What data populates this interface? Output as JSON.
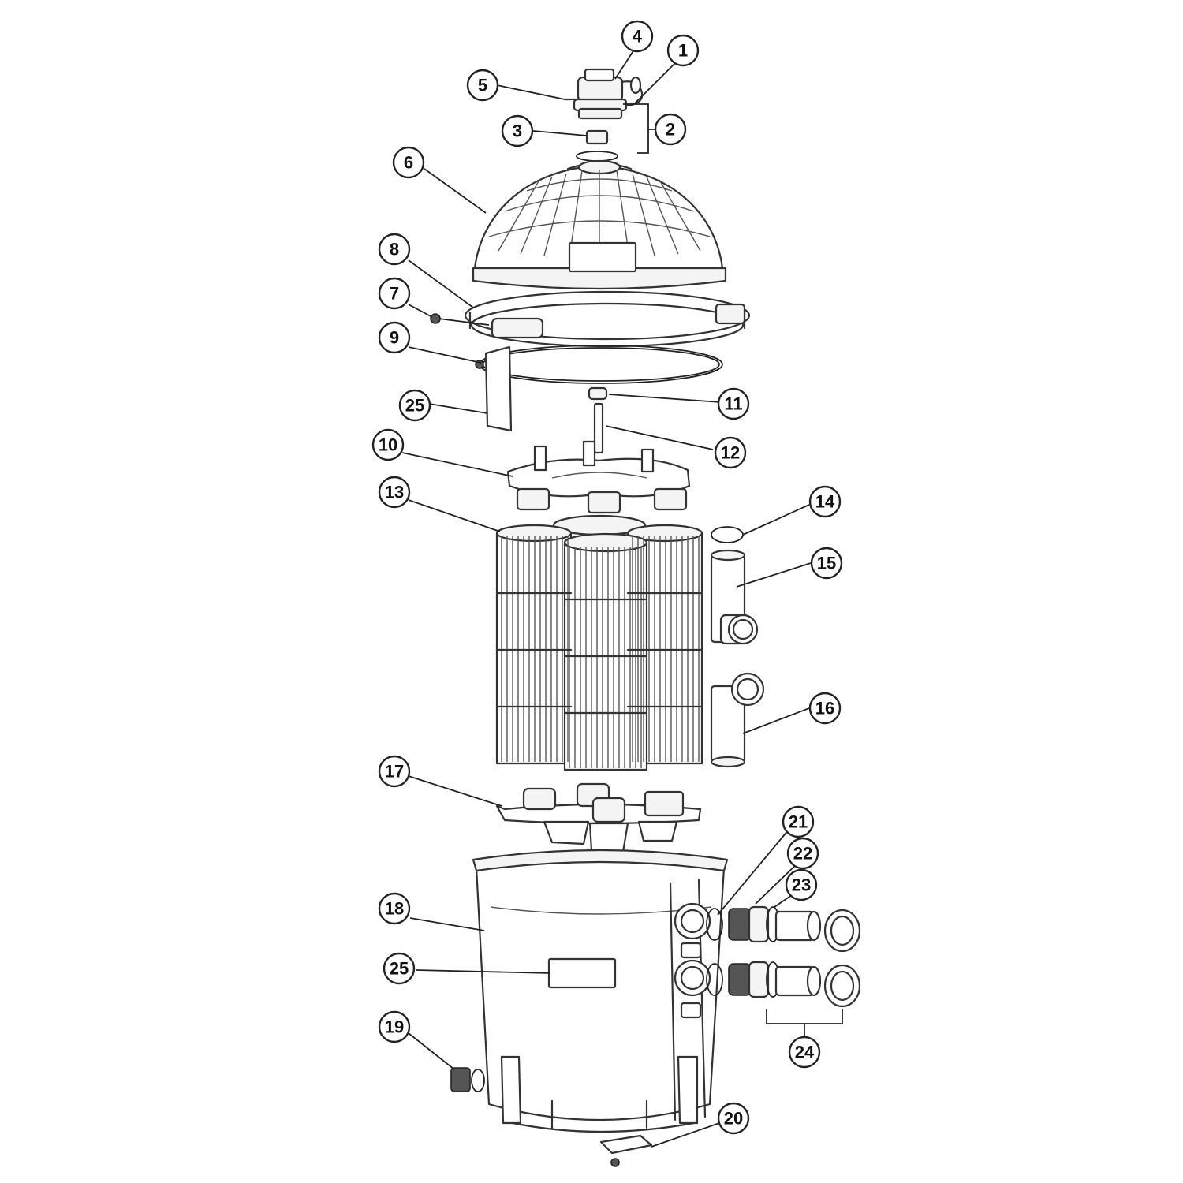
{
  "callouts": [
    {
      "id": "c1",
      "label": "1"
    },
    {
      "id": "c2",
      "label": "2"
    },
    {
      "id": "c3",
      "label": "3"
    },
    {
      "id": "c4",
      "label": "4"
    },
    {
      "id": "c5",
      "label": "5"
    },
    {
      "id": "c6",
      "label": "6"
    },
    {
      "id": "c7",
      "label": "7"
    },
    {
      "id": "c8",
      "label": "8"
    },
    {
      "id": "c9",
      "label": "9"
    },
    {
      "id": "c10",
      "label": "10"
    },
    {
      "id": "c11",
      "label": "11"
    },
    {
      "id": "c12",
      "label": "12"
    },
    {
      "id": "c13",
      "label": "13"
    },
    {
      "id": "c14",
      "label": "14"
    },
    {
      "id": "c15",
      "label": "15"
    },
    {
      "id": "c16",
      "label": "16"
    },
    {
      "id": "c17",
      "label": "17"
    },
    {
      "id": "c18",
      "label": "18"
    },
    {
      "id": "c19",
      "label": "19"
    },
    {
      "id": "c20",
      "label": "20"
    },
    {
      "id": "c21",
      "label": "21"
    },
    {
      "id": "c22",
      "label": "22"
    },
    {
      "id": "c23",
      "label": "23"
    },
    {
      "id": "c24",
      "label": "24"
    },
    {
      "id": "c25a",
      "label": "25"
    },
    {
      "id": "c25b",
      "label": "25"
    }
  ]
}
